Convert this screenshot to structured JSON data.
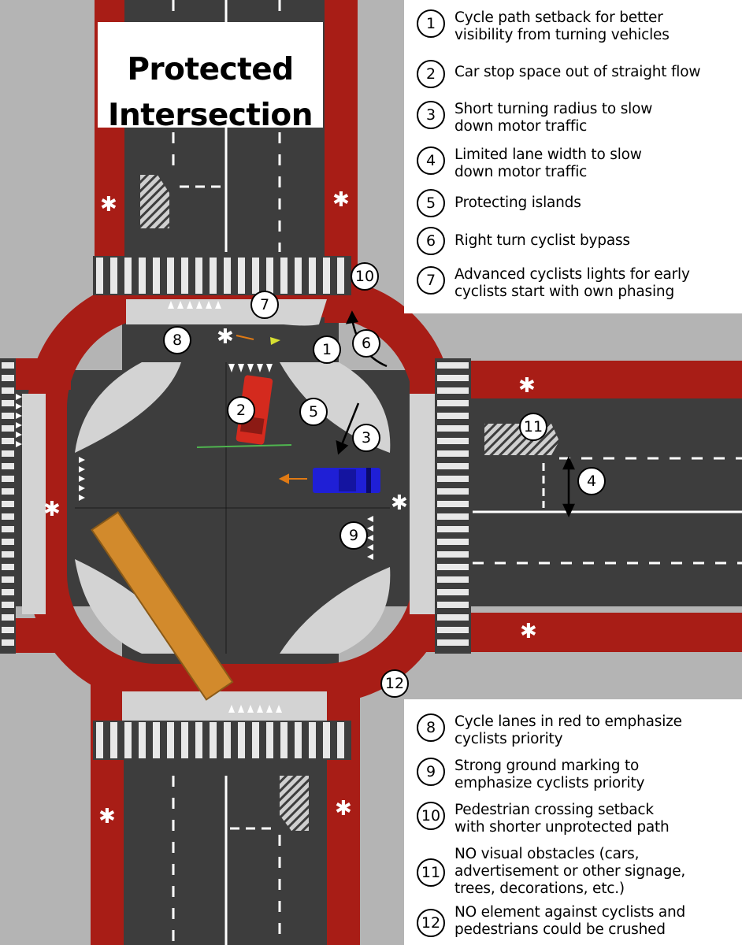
{
  "title": {
    "line1": "Protected",
    "line2": "Intersection"
  },
  "notes_top": [
    {
      "n": "1",
      "text": "Cycle path setback for better\nvisibility from turning vehicles"
    },
    {
      "n": "2",
      "text": "Car stop space out of straight flow"
    },
    {
      "n": "3",
      "text": "Short turning radius to slow\ndown motor traffic"
    },
    {
      "n": "4",
      "text": "Limited lane width to slow\ndown motor traffic"
    },
    {
      "n": "5",
      "text": "Protecting islands"
    },
    {
      "n": "6",
      "text": "Right turn cyclist bypass"
    },
    {
      "n": "7",
      "text": "Advanced cyclists lights for early\ncyclists start with own phasing"
    }
  ],
  "notes_bottom": [
    {
      "n": "8",
      "text": "Cycle lanes in red to emphasize\ncyclists priority"
    },
    {
      "n": "9",
      "text": "Strong ground marking to\nemphasize cyclists priority"
    },
    {
      "n": "10",
      "text": "Pedestrian crossing setback\nwith shorter unprotected path"
    },
    {
      "n": "11",
      "text": "NO visual obstacles (cars,\nadvertisement  or other signage,\ntrees, decorations, etc.)"
    },
    {
      "n": "12",
      "text": "NO element against cyclists and\npedestrians could be crushed"
    }
  ],
  "markers": [
    "1",
    "2",
    "3",
    "4",
    "5",
    "6",
    "7",
    "8",
    "9",
    "10",
    "11",
    "12"
  ],
  "colors": {
    "cycle_lane": "#a81d16",
    "asphalt": "#3d3d3d",
    "sidewalk": "#b4b4b4",
    "island": "#d3d3d3",
    "marking": "#ffffff",
    "car_red": "#d42a1e",
    "car_blue": "#1f1fd6",
    "bus": "#d28a2c"
  }
}
